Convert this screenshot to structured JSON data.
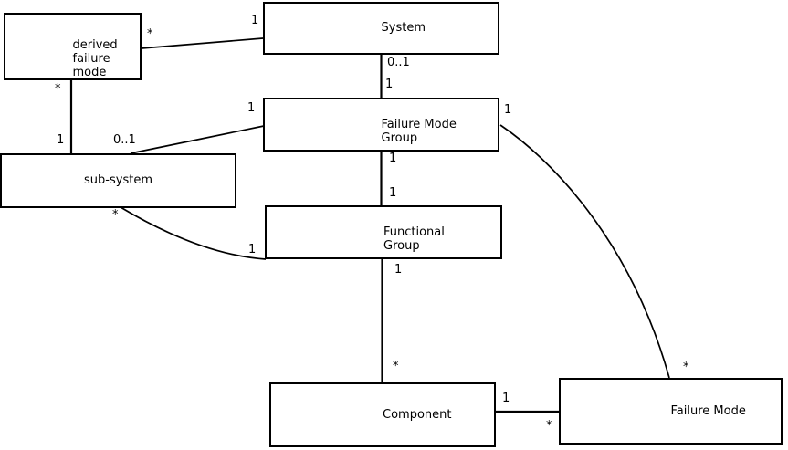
{
  "diagram": {
    "background_color": "#ffffff",
    "line_color": "#000000",
    "boxes": [
      {
        "id": "derived-failure-mode",
        "label": "derived\nfailure\nmode"
      },
      {
        "id": "system",
        "label": "System"
      },
      {
        "id": "failure-mode-group",
        "label": "Failure Mode\nGroup"
      },
      {
        "id": "sub-system",
        "label": "sub-system"
      },
      {
        "id": "functional-group",
        "label": "Functional\nGroup"
      },
      {
        "id": "component",
        "label": "Component"
      },
      {
        "id": "failure-mode",
        "label": "Failure Mode"
      }
    ],
    "relations": [
      {
        "from": "System",
        "to": "derived failure mode",
        "from_mult": "1",
        "to_mult": "*"
      },
      {
        "from": "System",
        "to": "Failure Mode Group",
        "from_mult": "0..1",
        "to_mult": "1"
      },
      {
        "from": "derived failure mode",
        "to": "sub-system",
        "from_mult": "*",
        "to_mult": "1"
      },
      {
        "from": "Failure Mode Group",
        "to": "sub-system",
        "from_mult": "1",
        "to_mult": "0..1"
      },
      {
        "from": "Failure Mode Group",
        "to": "Functional Group",
        "from_mult": "1",
        "to_mult": "1"
      },
      {
        "from": "sub-system",
        "to": "Functional Group",
        "from_mult": "*",
        "to_mult": "1"
      },
      {
        "from": "Functional Group",
        "to": "Component",
        "from_mult": "1",
        "to_mult": "*"
      },
      {
        "from": "Component",
        "to": "Failure Mode",
        "from_mult": "1",
        "to_mult": "*"
      },
      {
        "from": "Failure Mode Group",
        "to": "Failure Mode",
        "from_mult": "1",
        "to_mult": "*"
      }
    ]
  }
}
